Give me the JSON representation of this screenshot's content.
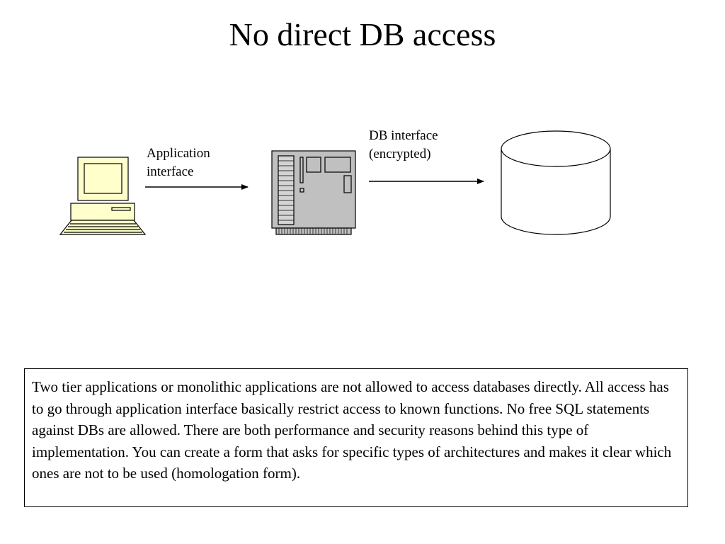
{
  "slide": {
    "title": "No direct DB access"
  },
  "diagram": {
    "app_interface_label": {
      "line1": "Application",
      "line2": "interface"
    },
    "db_interface_label": {
      "line1": "DB interface",
      "line2": "(encrypted)"
    },
    "nodes": [
      {
        "name": "client-computer-icon"
      },
      {
        "name": "server-icon"
      },
      {
        "name": "database-cylinder-icon"
      }
    ],
    "colors": {
      "computer_fill": "#ffffcc",
      "server_fill": "#c0c0c0",
      "database_fill": "#ffffff",
      "stroke": "#000000"
    }
  },
  "description": {
    "text": "Two tier applications or monolithic applications are not allowed to access databases directly. All access has to go through application interface basically restrict access to known functions. No free SQL statements against DBs are allowed. There are both performance and security reasons behind this type of implementation. You can create a form that asks for specific types of architectures and makes it clear which ones are not to be used (homologation form)."
  }
}
